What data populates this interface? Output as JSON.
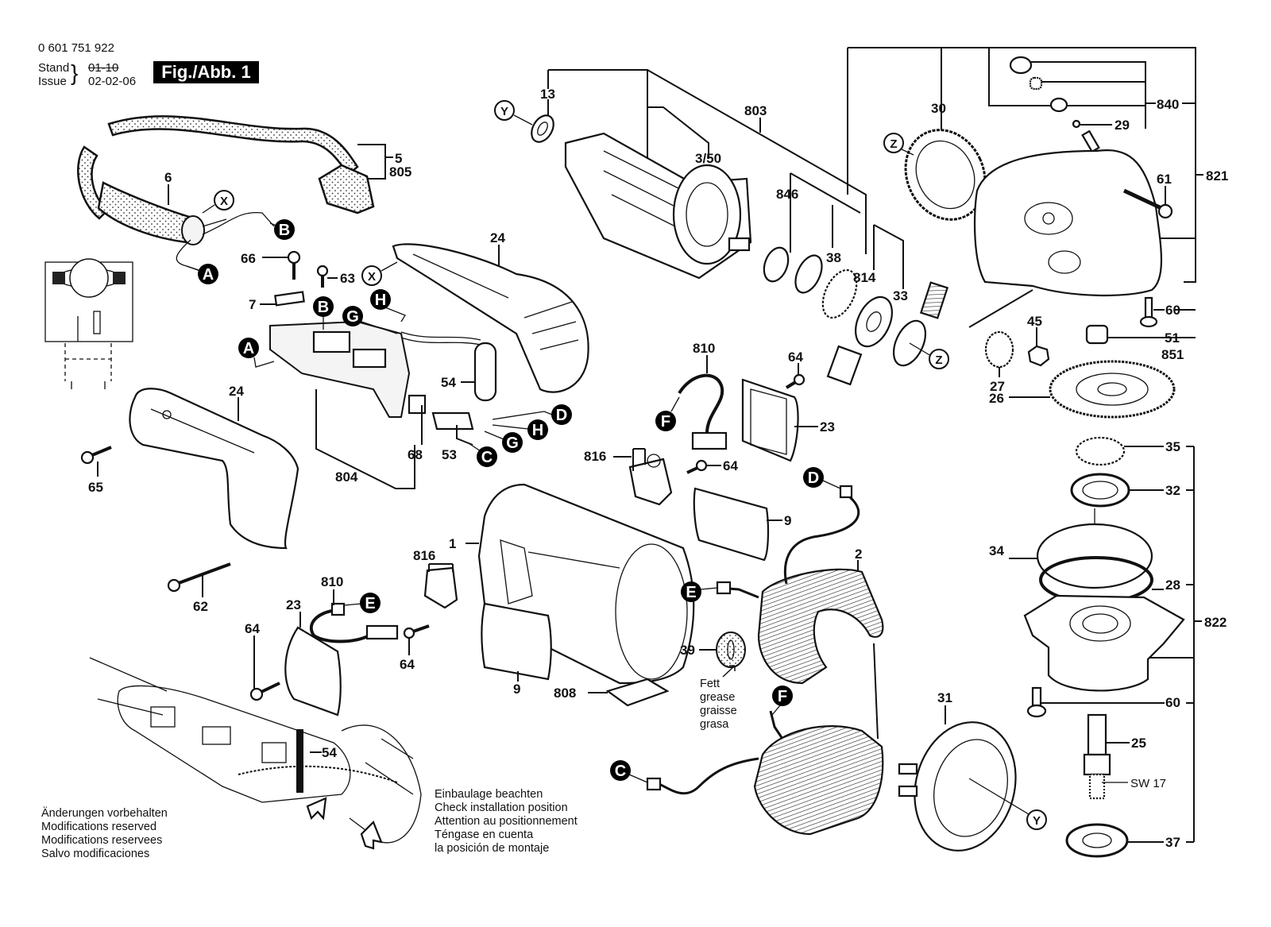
{
  "header": {
    "part_number": "0 601 751 922",
    "stand_label": "Stand",
    "stand_value": "01-10",
    "issue_label": "Issue",
    "issue_value": "02-02-06",
    "figure_label": "Fig./Abb. 1"
  },
  "notes": {
    "modifications": [
      "Änderungen vorbehalten",
      "Modifications reserved",
      "Modifications reservees",
      "Salvo modificaciones"
    ],
    "installation": [
      "Einbaulage beachten",
      "Check installation position",
      "Attention au positionnement",
      "Téngase en cuenta",
      "la posición de montaje"
    ],
    "grease": [
      "Fett",
      "grease",
      "graisse",
      "grasa"
    ],
    "wrench_size": "SW 17"
  },
  "part_labels": {
    "p1": "1",
    "p2": "2",
    "p3_50": "3/50",
    "p5": "5",
    "p805": "805",
    "p6": "6",
    "p7": "7",
    "p9a": "9",
    "p9b": "9",
    "p13": "13",
    "p23a": "23",
    "p23b": "23",
    "p24a": "24",
    "p24b": "24",
    "p25": "25",
    "p26": "26",
    "p27": "27",
    "p28": "28",
    "p29": "29",
    "p30": "30",
    "p31": "31",
    "p32": "32",
    "p33": "33",
    "p34": "34",
    "p35": "35",
    "p37": "37",
    "p38": "38",
    "p39": "39",
    "p45": "45",
    "p51": "51",
    "p851": "851",
    "p53": "53",
    "p54a": "54",
    "p54b": "54",
    "p60a": "60",
    "p60b": "60",
    "p61": "61",
    "p62": "62",
    "p63": "63",
    "p64a": "64",
    "p64b": "64",
    "p64c": "64",
    "p64d": "64",
    "p65": "65",
    "p66": "66",
    "p68": "68",
    "p803": "803",
    "p804": "804",
    "p808": "808",
    "p810a": "810",
    "p810b": "810",
    "p814": "814",
    "p816a": "816",
    "p816b": "816",
    "p821": "821",
    "p822": "822",
    "p840": "840",
    "p846": "846"
  },
  "connectors": {
    "A1": "A",
    "A2": "A",
    "B1": "B",
    "B2": "B",
    "C1": "C",
    "C2": "C",
    "D1": "D",
    "D2": "D",
    "E1": "E",
    "E2": "E",
    "F1": "F",
    "F2": "F",
    "G1": "G",
    "G2": "G",
    "H1": "H",
    "H2": "H"
  },
  "refs": {
    "X1": "X",
    "X2": "X",
    "Y1": "Y",
    "Y2": "Y",
    "Z1": "Z",
    "Z2": "Z"
  }
}
